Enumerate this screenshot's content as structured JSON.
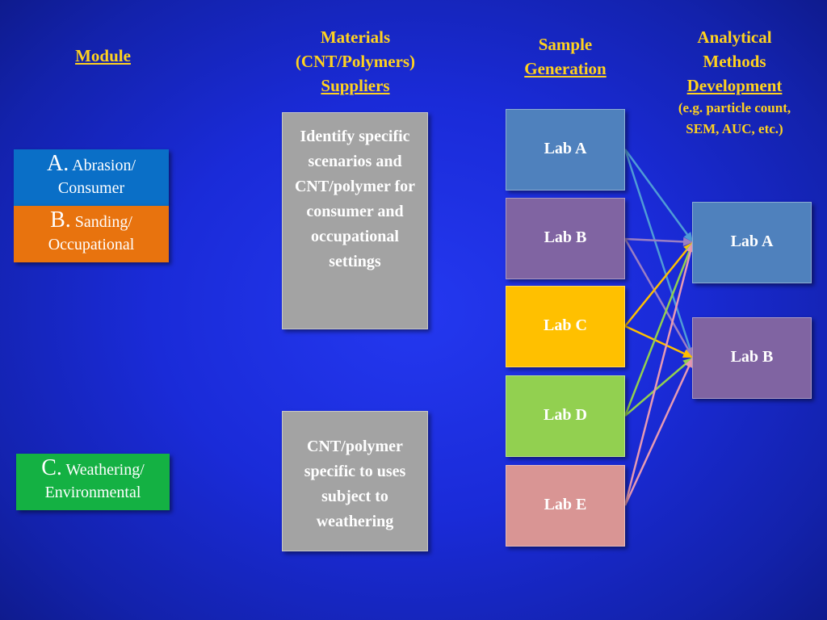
{
  "headers": {
    "module": "Module",
    "materials_line1": "Materials",
    "materials_line2": "(CNT/Polymers)",
    "materials_line3": "Suppliers",
    "sample_line1": "Sample",
    "sample_line2": "Generation",
    "analytical_line1": "Analytical",
    "analytical_line2": "Methods",
    "analytical_line3": "Development",
    "analytical_note": "(e.g. particle count, SEM, AUC, etc.)"
  },
  "modules": [
    {
      "letter": "A.",
      "label_a": "Abrasion/",
      "label_b": "Consumer",
      "color": "#0a6fc7"
    },
    {
      "letter": "B.",
      "label_a": "Sanding/",
      "label_b": "Occupational",
      "color": "#e8730e"
    },
    {
      "letter": "C.",
      "label_a": "Weathering/",
      "label_b": "Environmental",
      "color": "#14b143"
    }
  ],
  "supplier_boxes": [
    {
      "text": "Identify specific scenarios and CNT/polymer for consumer and occupational settings"
    },
    {
      "text": "CNT/polymer specific to uses subject to weathering"
    }
  ],
  "sample_labs": [
    {
      "label": "Lab A",
      "color": "#4f81bd"
    },
    {
      "label": "Lab B",
      "color": "#8064a2"
    },
    {
      "label": "Lab C",
      "color": "#ffc000"
    },
    {
      "label": "Lab D",
      "color": "#92d050"
    },
    {
      "label": "Lab E",
      "color": "#d99594"
    }
  ],
  "analytical_labs": [
    {
      "label": "Lab A",
      "color": "#4f81bd"
    },
    {
      "label": "Lab B",
      "color": "#8064a2"
    }
  ],
  "links": [
    {
      "from": 0,
      "to": 0,
      "color": "#4f9bd6"
    },
    {
      "from": 0,
      "to": 1,
      "color": "#4f9bd6"
    },
    {
      "from": 1,
      "to": 0,
      "color": "#9a7fc4"
    },
    {
      "from": 1,
      "to": 1,
      "color": "#9a7fc4"
    },
    {
      "from": 2,
      "to": 0,
      "color": "#ffc000"
    },
    {
      "from": 2,
      "to": 1,
      "color": "#ffc000"
    },
    {
      "from": 3,
      "to": 0,
      "color": "#92d050"
    },
    {
      "from": 3,
      "to": 1,
      "color": "#92d050"
    },
    {
      "from": 4,
      "to": 0,
      "color": "#e79ab3"
    },
    {
      "from": 4,
      "to": 1,
      "color": "#e79ab3"
    }
  ]
}
